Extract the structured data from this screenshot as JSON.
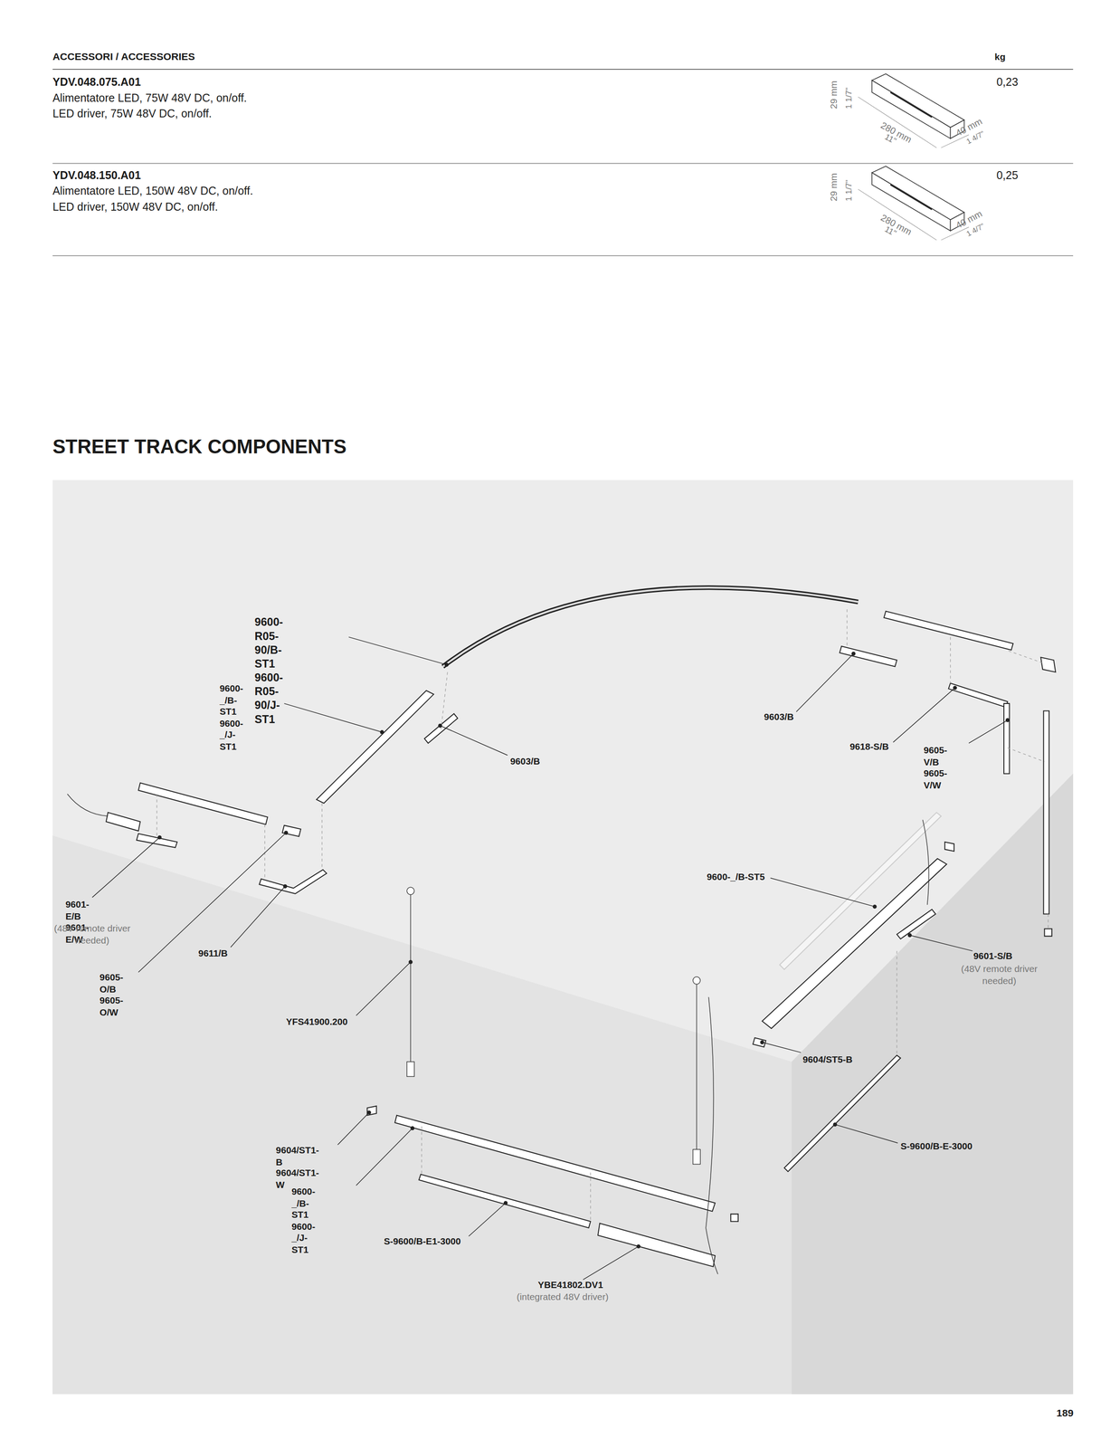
{
  "diagram": {
    "title": "STREET TRACK COMPONENTS",
    "labels": [
      "ACCESSORI / ACCESSORIES",
      "kg",
      "YDV.048.075.A01",
      "Alimentatore LED, 75W 48V DC, on/off.",
      "LED driver, 75W 48V DC, on/off.",
      "29 mm",
      "1 1/7\"",
      "280 mm",
      "11\"",
      "40 mm",
      "1 4/7\"",
      "0,23",
      "YDV.048.150.A01",
      "Alimentatore LED, 150W 48V DC, on/off.",
      "LED driver, 150W 48V DC, on/off.",
      "29 mm",
      "1 1/7\"",
      "280 mm",
      "11\"",
      "40 mm",
      "1 4/7\"",
      "0,25",
      "9600-R05-90/B-ST1 9600-R05-90/J-ST1",
      "9600-_/B-ST1 9600-_/J-ST1",
      "9603/B",
      "9618-S/B",
      "9605-V/B 9605-V/W",
      "9603/B",
      "9600-_/B-ST5",
      "9601-E/B 9601-E/W",
      "(48V remote driver needed)",
      "9611/B",
      "9601-S/B",
      "(48V remote driver needed)",
      "9605-O/B 9605-O/W",
      "YFS41900.200",
      "9604/ST5-B",
      "S-9600/B-E-3000",
      "9604/ST1-B 9604/ST1-W",
      "9600-_/B-ST1 9600-_/J-ST1",
      "S-9600/B-E1-3000",
      "YBE41802.DV1",
      "(integrated 48V driver)",
      "189"
    ]
  }
}
